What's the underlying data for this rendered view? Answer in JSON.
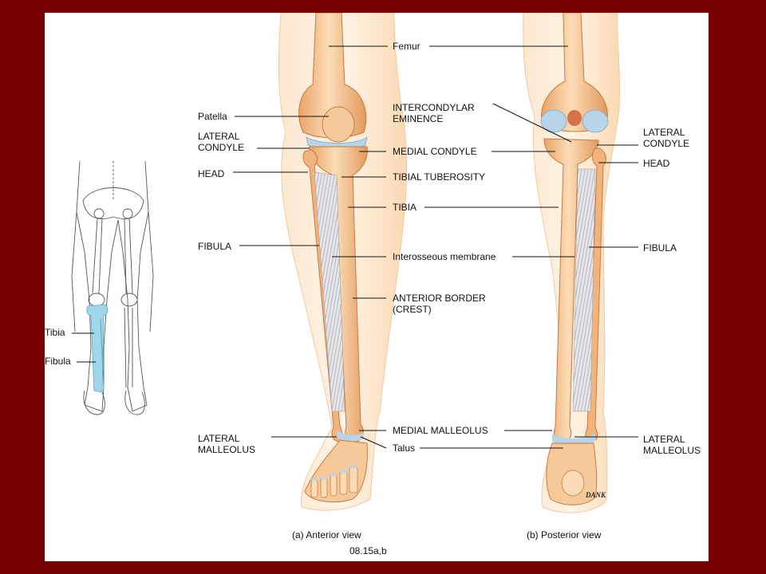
{
  "colors": {
    "frame": "#7a0000",
    "panel": "#ffffff",
    "bone": "#f3bd86",
    "bone_light": "#fbe0be",
    "bone_dark": "#d98d52",
    "cartilage": "#b7d4e8",
    "membrane": "#c9c9cc",
    "highlight": "#9fd6ea",
    "leader": "#111111"
  },
  "inset": {
    "tibia_label": "Tibia",
    "fibula_label": "Fibula"
  },
  "anterior": {
    "left_labels": {
      "patella": "Patella",
      "lateral_condyle": "LATERAL\nCONDYLE",
      "head": "HEAD",
      "fibula": "FIBULA",
      "lateral_malleolus": "LATERAL\nMALLEOLUS"
    },
    "caption": "(a) Anterior view"
  },
  "center_labels": {
    "femur": "Femur",
    "intercondylar_eminence": "INTERCONDYLAR\nEMINENCE",
    "medial_condyle": "MEDIAL CONDYLE",
    "tibial_tuberosity": "TIBIAL TUBEROSITY",
    "tibia": "TIBIA",
    "interosseous_membrane": "Interosseous membrane",
    "anterior_border": "ANTERIOR BORDER\n(CREST)",
    "medial_malleolus": "MEDIAL MALLEOLUS",
    "talus": "Talus"
  },
  "posterior": {
    "right_labels": {
      "lateral_condyle": "LATERAL\nCONDYLE",
      "head": "HEAD",
      "fibula": "FIBULA",
      "lateral_malleolus": "LATERAL\nMALLEOLUS"
    },
    "caption": "(b) Posterior view"
  },
  "figure_number": "08.15a,b",
  "artist_signature": "DANK"
}
